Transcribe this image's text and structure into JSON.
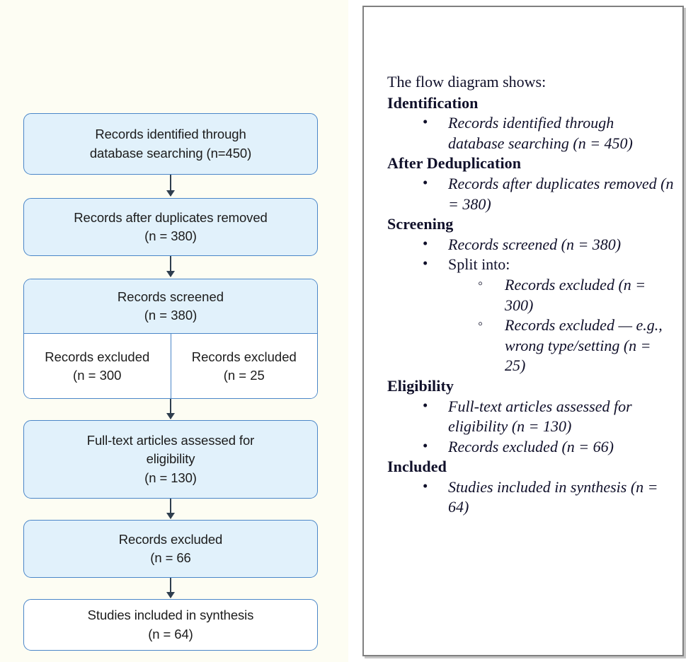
{
  "colors": {
    "box_fill": "#e1f1fb",
    "box_border": "#4a86c8",
    "arrow": "#2f3e4e",
    "canvas_bg": "#fdfdf3",
    "panel_border": "#808080",
    "text": "#1c1c1c"
  },
  "flow": {
    "boxes": [
      {
        "name": "identified",
        "lines": [
          "Records identified through",
          "database searching (n=450)"
        ],
        "fill": "blue"
      },
      {
        "name": "after-duplicates",
        "lines": [
          "Records after duplicates removed",
          "(n = 380)"
        ],
        "fill": "blue"
      },
      {
        "name": "screened",
        "lines": [
          "Records screened",
          "(n = 380)"
        ],
        "fill": "blue",
        "split": {
          "left": [
            "Records excluded",
            "(n = 300"
          ],
          "right": [
            "Records excluded",
            "(n = 25"
          ]
        }
      },
      {
        "name": "full-text",
        "lines": [
          "Full-text articles assessed for",
          "eligibility",
          "(n = 130)"
        ],
        "fill": "blue"
      },
      {
        "name": "excluded-66",
        "lines": [
          "Records excluded",
          "(n = 66"
        ],
        "fill": "blue"
      },
      {
        "name": "included",
        "lines": [
          "Studies included in synthesis",
          "(n = 64)"
        ],
        "fill": "white"
      }
    ]
  },
  "description": {
    "intro": "The flow diagram shows:",
    "sections": [
      {
        "heading": "Identification",
        "items": [
          {
            "text": "Records identified through database searching (n = 450)",
            "style": "italic"
          }
        ]
      },
      {
        "heading": "After Deduplication",
        "items": [
          {
            "text": "Records after duplicates removed (n = 380)",
            "style": "italic"
          }
        ]
      },
      {
        "heading": "Screening",
        "items": [
          {
            "text": "Records screened (n = 380)",
            "style": "italic"
          },
          {
            "text": "Split into:",
            "style": "plain",
            "subitems": [
              {
                "text": "Records excluded (n = 300)",
                "style": "italic"
              },
              {
                "text": "Records excluded — e.g., wrong type/setting (n = 25)",
                "style": "italic"
              }
            ]
          }
        ]
      },
      {
        "heading": "Eligibility",
        "items": [
          {
            "text": "Full-text articles assessed for eligibility (n = 130)",
            "style": "italic"
          },
          {
            "text": "Records excluded (n = 66)",
            "style": "italic"
          }
        ]
      },
      {
        "heading": "Included",
        "items": [
          {
            "text": "Studies included in synthesis (n = 64)",
            "style": "italic"
          }
        ]
      }
    ]
  }
}
